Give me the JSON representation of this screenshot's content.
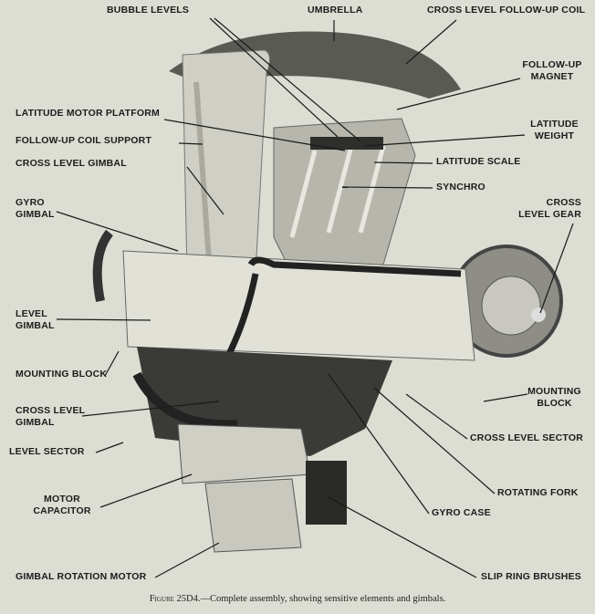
{
  "labels": {
    "bubble_levels": "BUBBLE LEVELS",
    "umbrella": "UMBRELLA",
    "cross_level_follow_up_coil": "CROSS LEVEL FOLLOW-UP COIL",
    "follow_up_magnet_1": "FOLLOW-UP",
    "follow_up_magnet_2": "MAGNET",
    "latitude_motor_platform": "LATITUDE MOTOR PLATFORM",
    "latitude_weight_1": "LATITUDE",
    "latitude_weight_2": "WEIGHT",
    "follow_up_coil_support": "FOLLOW-UP COIL SUPPORT",
    "latitude_scale": "LATITUDE SCALE",
    "cross_level_gimbal_top": "CROSS LEVEL GIMBAL",
    "synchro": "SYNCHRO",
    "gyro_gimbal_1": "GYRO",
    "gyro_gimbal_2": "GIMBAL",
    "cross_level_gear_1": "CROSS",
    "cross_level_gear_2": "LEVEL GEAR",
    "level_gimbal_1": "LEVEL",
    "level_gimbal_2": "GIMBAL",
    "mounting_block_left": "MOUNTING BLOCK",
    "mounting_block_right_1": "MOUNTING",
    "mounting_block_right_2": "BLOCK",
    "cross_level_gimbal_low_1": "CROSS LEVEL",
    "cross_level_gimbal_low_2": "GIMBAL",
    "cross_level_sector": "CROSS LEVEL SECTOR",
    "level_sector": "LEVEL SECTOR",
    "rotating_fork": "ROTATING FORK",
    "motor_capacitor_1": "MOTOR",
    "motor_capacitor_2": "CAPACITOR",
    "gyro_case": "GYRO CASE",
    "gimbal_rotation_motor": "GIMBAL ROTATION MOTOR",
    "slip_ring_brushes": "SLIP RING BRUSHES"
  },
  "caption": {
    "figure": "Figure 25D4.",
    "text": "—Complete assembly, showing sensitive elements and gimbals."
  }
}
